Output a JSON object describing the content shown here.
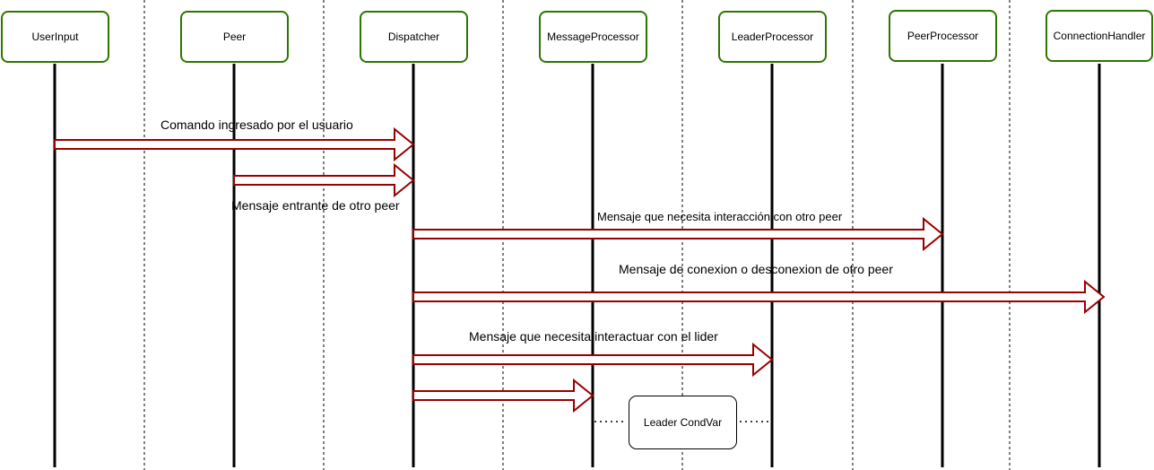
{
  "actors": [
    {
      "id": "userinput",
      "label": "UserInput"
    },
    {
      "id": "peer",
      "label": "Peer"
    },
    {
      "id": "dispatcher",
      "label": "Dispatcher"
    },
    {
      "id": "messageprocessor",
      "label": "MessageProcessor"
    },
    {
      "id": "leaderprocessor",
      "label": "LeaderProcessor"
    },
    {
      "id": "peerprocessor",
      "label": "PeerProcessor"
    },
    {
      "id": "connectionhandler",
      "label": "ConnectionHandler"
    }
  ],
  "messages": [
    {
      "from": "UserInput",
      "to": "Dispatcher",
      "label": "Comando ingresado por el usuario"
    },
    {
      "from": "Peer",
      "to": "Dispatcher",
      "label": "Mensaje entrante de otro peer"
    },
    {
      "from": "Dispatcher",
      "to": "PeerProcessor",
      "label": "Mensaje que necesita interacción con otro peer"
    },
    {
      "from": "Dispatcher",
      "to": "ConnectionHandler",
      "label": "Mensaje de conexion o desconexion de otro peer"
    },
    {
      "from": "Dispatcher",
      "to": "LeaderProcessor",
      "label": "Mensaje que necesita interactuar con el lider"
    },
    {
      "from": "Dispatcher",
      "to": "MessageProcessor",
      "label": ""
    }
  ],
  "note": {
    "label": "Leader CondVar",
    "between": [
      "MessageProcessor",
      "LeaderProcessor"
    ]
  },
  "colors": {
    "actor_border": "#2d7600",
    "arrow": "#990000",
    "lifeline": "#000000"
  }
}
